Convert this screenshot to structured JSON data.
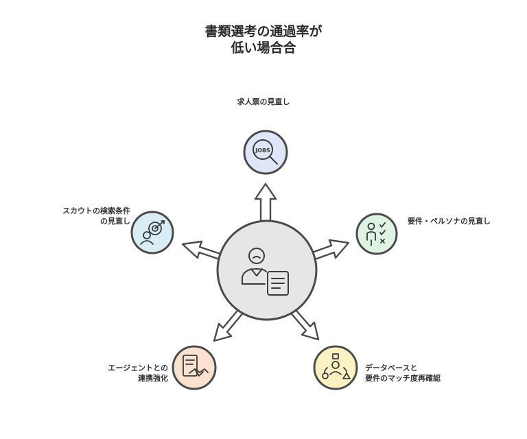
{
  "title": {
    "line1": "書類選考の通過率が",
    "line2": "低い場合合"
  },
  "nodes": {
    "top": {
      "label": "求人票の見直し",
      "icon": "jobs-search-icon",
      "color": "#dfe6f8"
    },
    "right": {
      "label": "要件・ペルソナの見直し",
      "icon": "persona-checklist-icon",
      "color": "#dff3e4"
    },
    "left": {
      "line1": "スカウトの検索条件",
      "line2": "の見直し",
      "icon": "target-person-icon",
      "color": "#d8edf6"
    },
    "bottom_left": {
      "line1": "エージェントとの",
      "line2": "連携強化",
      "icon": "handshake-document-icon",
      "color": "#fbe1cf"
    },
    "bottom_right": {
      "line1": "データベースと",
      "line2": "要件のマッチ度再確認",
      "icon": "database-shapes-icon",
      "color": "#fbf1c2"
    }
  },
  "center": {
    "icon": "recruiter-document-icon",
    "color": "#e6e6e6"
  }
}
